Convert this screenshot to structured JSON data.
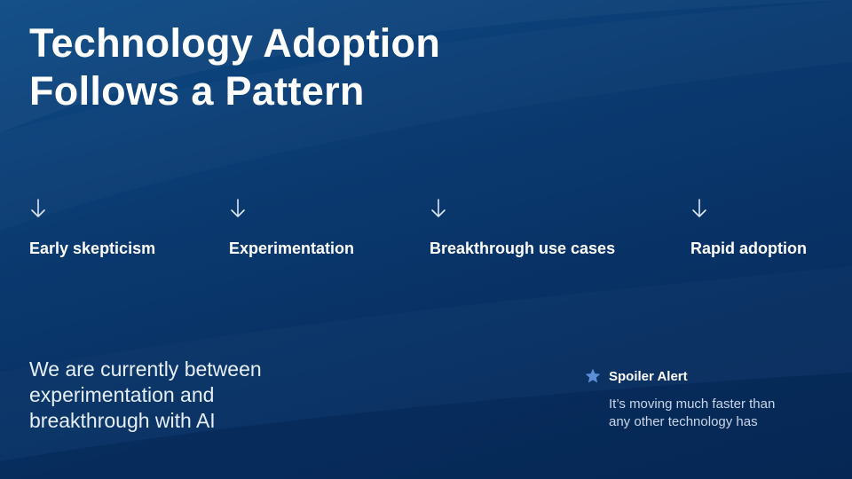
{
  "slide": {
    "title_lines": [
      "Technology Adoption",
      "Follows a Pattern"
    ],
    "stages": [
      {
        "label": "Early skepticism",
        "icon": "arrow-down-icon"
      },
      {
        "label": "Experimentation",
        "icon": "arrow-down-icon"
      },
      {
        "label": "Breakthrough use cases",
        "icon": "arrow-down-icon"
      },
      {
        "label": "Rapid adoption",
        "icon": "arrow-down-icon"
      }
    ],
    "statement_lines": [
      "We are currently between",
      "experimentation and",
      "breakthrough with AI"
    ],
    "spoiler": {
      "icon": "star-icon",
      "title": "Spoiler Alert",
      "body_lines": [
        "It’s moving much faster than",
        "any other technology has"
      ]
    }
  },
  "colors": {
    "background_top": "#0d4a85",
    "background_bottom": "#072a5a",
    "text": "#ffffff",
    "muted_text": "#c9d6e8",
    "star": "#5b8fd6"
  }
}
